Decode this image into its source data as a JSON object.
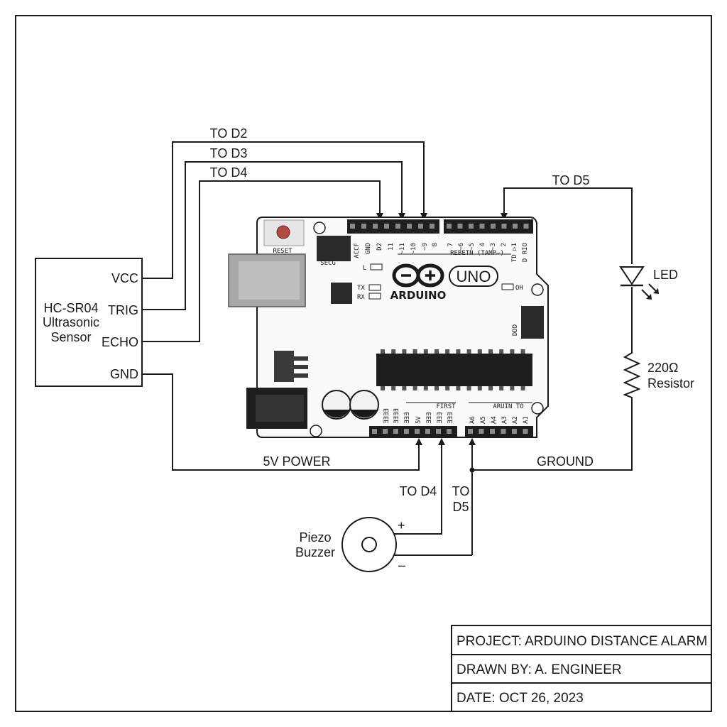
{
  "sensor": {
    "name_line1": "HC-SR04",
    "name_line2": "Ultrasonic",
    "name_line3": "Sensor",
    "pins": [
      "VCC",
      "TRIG",
      "ECHO",
      "GND"
    ]
  },
  "wire_labels": {
    "to_d2": "TO D2",
    "to_d3": "TO D3",
    "to_d4_top": "TO D4",
    "to_d5_top": "TO D5",
    "power": "5V POWER",
    "ground": "GROUND",
    "to_d4_bottom": "TO D4",
    "to_d5_bottom_1": "TO",
    "to_d5_bottom_2": "D5"
  },
  "led": {
    "label": "LED"
  },
  "resistor": {
    "value": "220Ω",
    "label": "Resistor"
  },
  "buzzer": {
    "line1": "Piezo",
    "line2": "Buzzer",
    "plus": "+",
    "minus": "–"
  },
  "board": {
    "reset": "RESET",
    "brand": "ARDUINO",
    "model": "UNO",
    "icsp_label": "SECG",
    "led_l": "L",
    "led_tx": "TX",
    "led_rx": "RX",
    "led_on": "OH",
    "icsp2_label": "DDD",
    "digital_header_label": "REBETN (TAMP–)",
    "top_left_pins": [
      "ACCF",
      "GND",
      "D2",
      "11",
      "~11",
      "~10",
      "~9",
      "8"
    ],
    "top_right_pins": [
      "7",
      "~6",
      "~5",
      "4",
      "~3",
      "2",
      "TD ▷1",
      "D RIO"
    ],
    "power_header_title": "FIRST",
    "power_pins": [
      "ƎƎƎƎ",
      "ƎƎƎƎ",
      "ƎƎƎ",
      "5V",
      "ƎƎƎ",
      "ƎƎƎ",
      "ƎƎƎ"
    ],
    "analog_header_title": "ARUIN TO",
    "analog_pins": [
      "A6",
      "A5",
      "A4",
      "A3",
      "A2",
      "A1"
    ]
  },
  "title_block": {
    "project": "PROJECT: ARDUINO DISTANCE ALARM",
    "drawn_by": "DRAWN BY: A. ENGINEER",
    "date": "DATE: OCT 26, 2023"
  }
}
